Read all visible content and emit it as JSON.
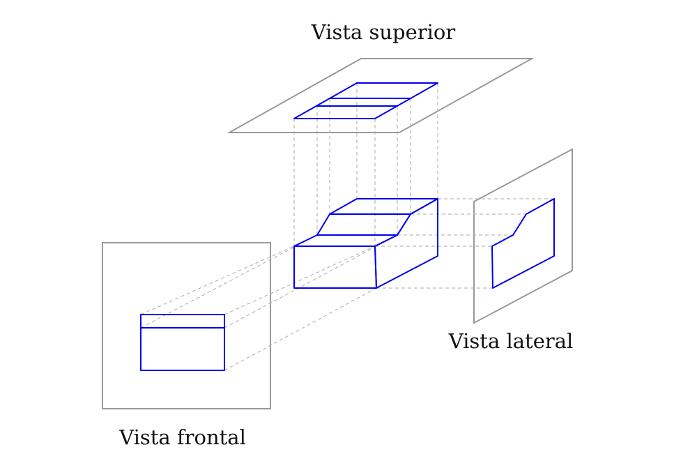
{
  "labels": {
    "top_view": "Vista superior",
    "side_view": "Vista lateral",
    "front_view": "Vista frontal"
  },
  "colors": {
    "object_stroke": "#0000ee",
    "plane_stroke": "#999999",
    "projection_stroke": "#aaaaaa",
    "text": "#111111",
    "background": "#ffffff"
  }
}
